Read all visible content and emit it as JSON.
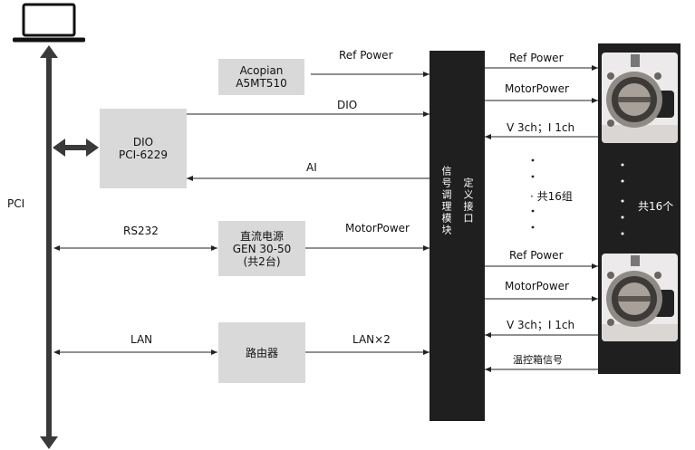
{
  "bus": {
    "label": "PCI"
  },
  "boxes": {
    "acopian": {
      "line1": "Acopian",
      "line2": "A5MT510"
    },
    "dio_card": {
      "line1": "DIO",
      "line2": "PCI-6229"
    },
    "power_supply": {
      "line1": "直流电源",
      "line2": "GEN 30-50",
      "line3": "(共2台)"
    },
    "router": {
      "line1": "路由器"
    }
  },
  "left_labels": {
    "rs232": "RS232",
    "lan": "LAN"
  },
  "middle_labels": {
    "ref_power": "Ref Power",
    "dio": "DIO",
    "ai": "AI",
    "motor_power": "MotorPower",
    "lan2": "LAN×2"
  },
  "module": {
    "col1": "信号调理模块",
    "col2": "定义接口"
  },
  "right_labels": {
    "top_ref_power": "Ref Power",
    "top_motor_power": "MotorPower",
    "top_v_i": "V 3ch；I 1ch",
    "group_count": "· 共16组",
    "bottom_ref_power": "Ref Power",
    "bottom_motor_power": "MotorPower",
    "bottom_v_i": "V 3ch；I 1ch",
    "temp_signal": "温控箱信号"
  },
  "panel": {
    "count": "共16个"
  }
}
